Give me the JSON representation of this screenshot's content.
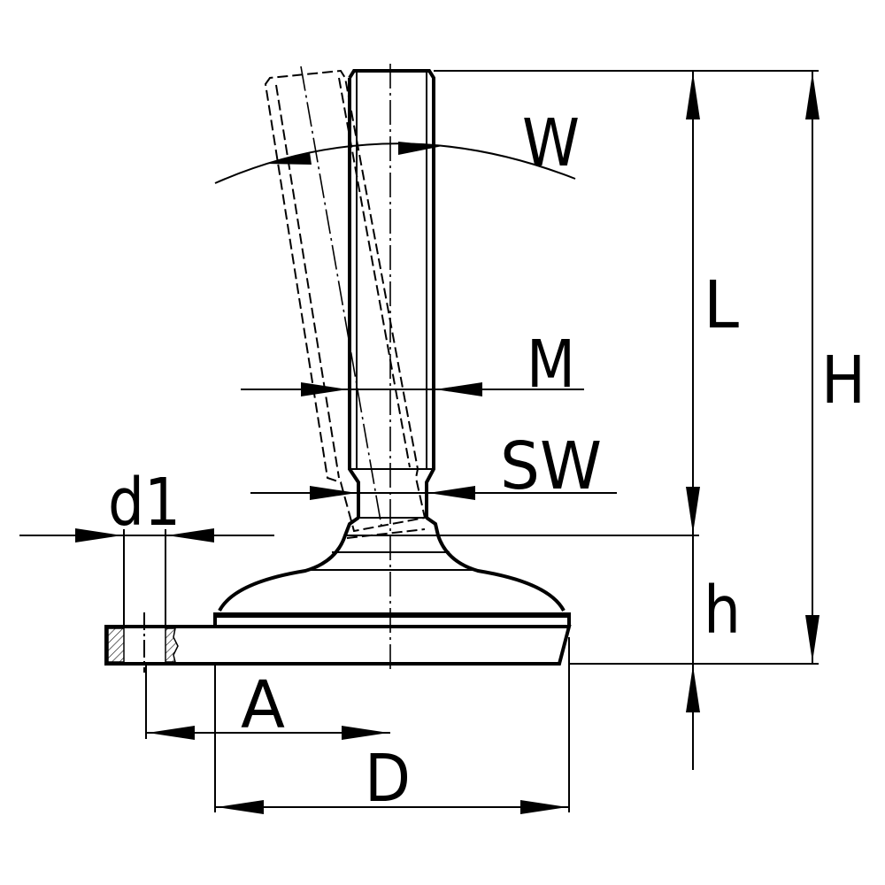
{
  "diagram": {
    "title": "Levelling foot dimension drawing",
    "labels": {
      "W": "W",
      "L": "L",
      "M": "M",
      "H": "H",
      "SW": "SW",
      "d1": "d1",
      "h": "h",
      "A": "A",
      "D": "D"
    },
    "colors": {
      "line": "#000000",
      "background": "#ffffff"
    }
  }
}
